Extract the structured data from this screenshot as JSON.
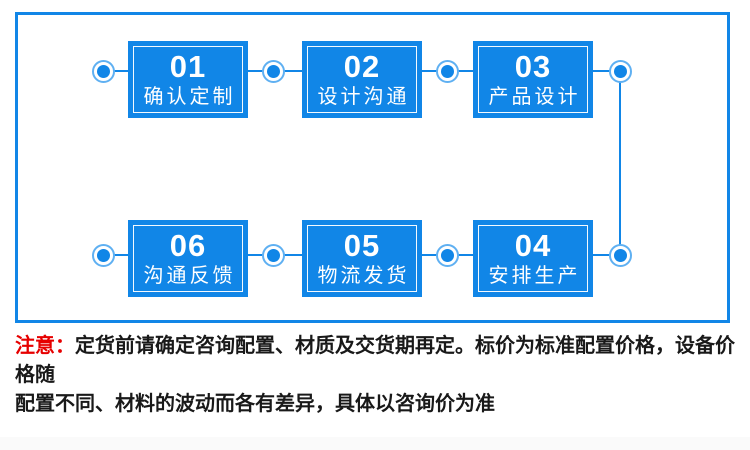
{
  "colors": {
    "primary_blue": "#1186e7",
    "node_ring_blue": "#5fb0f2",
    "note_red": "#e60000",
    "note_black": "#191919"
  },
  "flow": {
    "steps": [
      {
        "number": "01",
        "label": "确认定制"
      },
      {
        "number": "02",
        "label": "设计沟通"
      },
      {
        "number": "03",
        "label": "产品设计"
      },
      {
        "number": "04",
        "label": "安排生产"
      },
      {
        "number": "05",
        "label": "物流发货"
      },
      {
        "number": "06",
        "label": "沟通反馈"
      }
    ]
  },
  "note": {
    "label": "注意：",
    "line1": "定货前请确定咨询配置、材质及交货期再定。标价为标准配置价格，设备价格随",
    "line2": "配置不同、材料的波动而各有差异，具体以咨询价为准"
  }
}
